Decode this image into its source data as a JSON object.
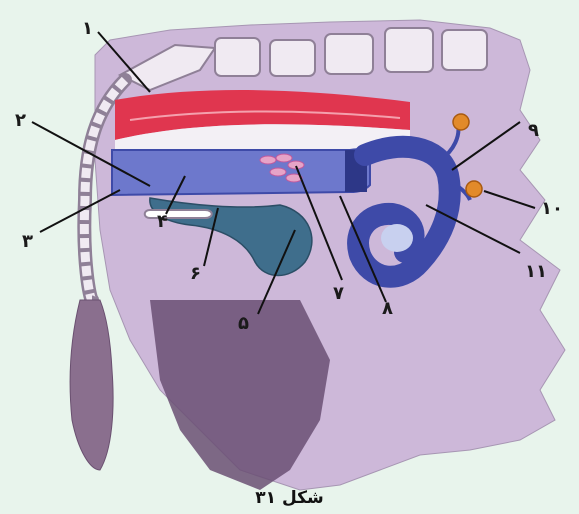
{
  "figure": {
    "caption": "شکل ۳۱",
    "labels": {
      "l1": "۱",
      "l2": "۲",
      "l3": "۳",
      "l4": "۴",
      "l5": "۵",
      "l6": "۶",
      "l7": "۷",
      "l8": "۸",
      "l9": "۹",
      "l10": "۱۰",
      "l11": "۱۱"
    }
  },
  "colors": {
    "background": "#e8f4ec",
    "body": "#cdb8d9",
    "bone": "#f0eaf2",
    "rectum_red": "#e0364f",
    "tract_blue": "#5a64c2",
    "uterus_blue": "#3e4aa8",
    "bladder": "#3f6e8c",
    "ovary": "#e28a2a",
    "udder": "#6a4f73"
  }
}
